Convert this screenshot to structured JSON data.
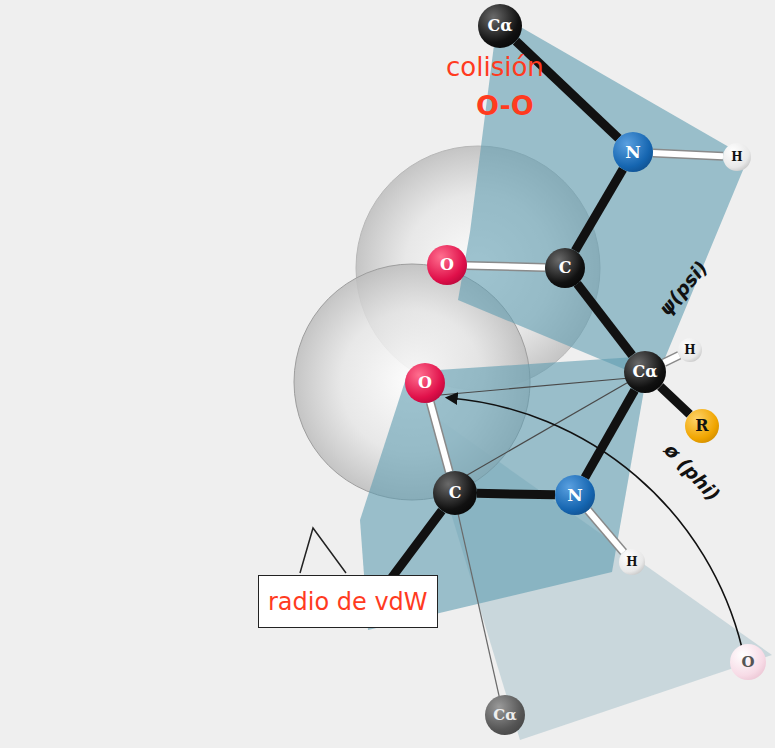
{
  "diagram": {
    "nodes": [
      {
        "text": [
          "Cα"
        ]
      },
      {
        "text": [
          "N"
        ]
      },
      {
        "text": [
          "H"
        ]
      },
      {
        "text": [
          "O"
        ]
      },
      {
        "text": [
          "C"
        ]
      },
      {
        "text": [
          "H"
        ]
      },
      {
        "text": [
          "Cα"
        ]
      },
      {
        "text": [
          "O"
        ]
      },
      {
        "text": [
          "R"
        ]
      },
      {
        "text": [
          "C"
        ]
      },
      {
        "text": [
          "N"
        ]
      },
      {
        "text": [
          "H"
        ]
      },
      {
        "text": [
          "Cα"
        ]
      },
      {
        "text": [
          "radio de vdW"
        ]
      },
      {
        "text": [
          "O"
        ]
      },
      {
        "text": [
          "Cα"
        ]
      }
    ],
    "edges": [
      {
        "from": 0,
        "to": 1,
        "arrow": "none"
      },
      {
        "from": 1,
        "to": 2,
        "arrow": "none"
      },
      {
        "from": 1,
        "to": 4,
        "arrow": "none"
      },
      {
        "from": 4,
        "to": 3,
        "arrow": "none"
      },
      {
        "from": 4,
        "to": 6,
        "arrow": "none"
      },
      {
        "from": 6,
        "to": 5,
        "arrow": "none"
      },
      {
        "from": 6,
        "to": 8,
        "arrow": "none"
      },
      {
        "from": 6,
        "to": 10,
        "arrow": "none"
      },
      {
        "from": 10,
        "to": 11,
        "arrow": "none"
      },
      {
        "from": 10,
        "to": 9,
        "arrow": "none"
      },
      {
        "from": 9,
        "to": 7,
        "arrow": "none"
      },
      {
        "from": 9,
        "to": 12,
        "arrow": "none"
      }
    ],
    "labels": [
      "colisión",
      "O-O",
      "ψ(psi)",
      "ø (phi)"
    ]
  }
}
